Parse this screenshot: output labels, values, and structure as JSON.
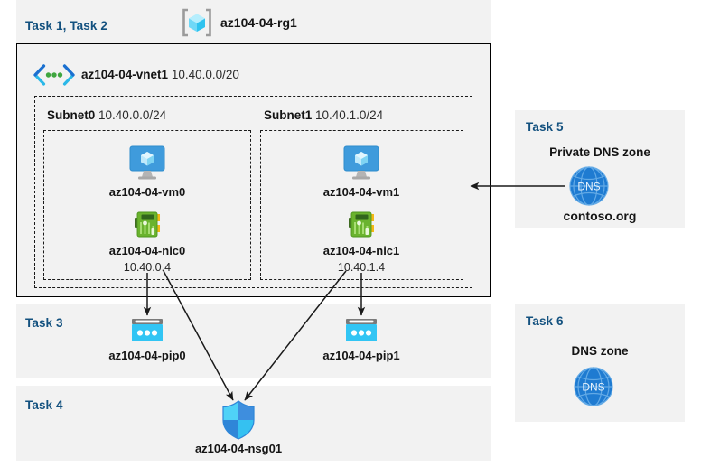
{
  "diagram": {
    "title_region": {
      "task_label": "Task 1, Task 2",
      "resource_group_name": "az104-04-rg1",
      "resource_group_icon": "resource-group-cube-icon"
    },
    "vnet": {
      "name": "az104-04-vnet1",
      "cidr": "10.40.0.0/20",
      "icon": "virtual-network-icon"
    },
    "subnets": [
      {
        "name": "Subnet0",
        "cidr": "10.40.0.0/24",
        "vm": {
          "name": "az104-04-vm0",
          "icon": "virtual-machine-icon"
        },
        "nic": {
          "name": "az104-04-nic0",
          "ip": "10.40.0.4",
          "icon": "network-interface-icon"
        }
      },
      {
        "name": "Subnet1",
        "cidr": "10.40.1.0/24",
        "vm": {
          "name": "az104-04-vm1",
          "icon": "virtual-machine-icon"
        },
        "nic": {
          "name": "az104-04-nic1",
          "ip": "10.40.1.4",
          "icon": "network-interface-icon"
        }
      }
    ],
    "task3": {
      "task_label": "Task 3",
      "public_ips": [
        {
          "name": "az104-04-pip0",
          "icon": "public-ip-address-icon"
        },
        {
          "name": "az104-04-pip1",
          "icon": "public-ip-address-icon"
        }
      ]
    },
    "task4": {
      "task_label": "Task 4",
      "nsg": {
        "name": "az104-04-nsg01",
        "icon": "network-security-group-shield-icon"
      }
    },
    "task5": {
      "task_label": "Task 5",
      "heading": "Private DNS zone",
      "zone_name": "contoso.org",
      "icon": "dns-globe-icon",
      "icon_text": "DNS"
    },
    "task6": {
      "task_label": "Task 6",
      "heading": "DNS zone",
      "icon": "dns-globe-icon",
      "icon_text": "DNS"
    },
    "colors": {
      "task_label": "#13517f",
      "panel_background": "#f2f2f2",
      "page_background": "#ffffff",
      "border": "#000000",
      "azure_blue": "#0078d4",
      "cyan": "#32c5f4",
      "nic_green": "#5fae30",
      "dns_blue": "#1f7bd1"
    }
  }
}
